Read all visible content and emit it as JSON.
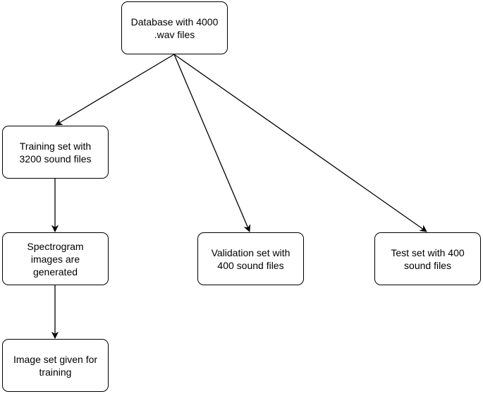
{
  "nodes": {
    "database": {
      "label": "Database with 4000\n.wav files"
    },
    "training": {
      "label": "Training set with\n3200 sound files"
    },
    "spectrogram": {
      "label": "Spectrogram\nimages are\ngenerated"
    },
    "image_set": {
      "label": "Image set given for\ntraining"
    },
    "validation": {
      "label": "Validation set with\n400 sound files"
    },
    "test": {
      "label": "Test set with 400\nsound files"
    }
  },
  "edges": [
    {
      "from": "database",
      "to": "training"
    },
    {
      "from": "database",
      "to": "validation"
    },
    {
      "from": "database",
      "to": "test"
    },
    {
      "from": "training",
      "to": "spectrogram"
    },
    {
      "from": "spectrogram",
      "to": "image_set"
    }
  ],
  "colors": {
    "stroke": "#000000",
    "background": "#ffffff"
  }
}
